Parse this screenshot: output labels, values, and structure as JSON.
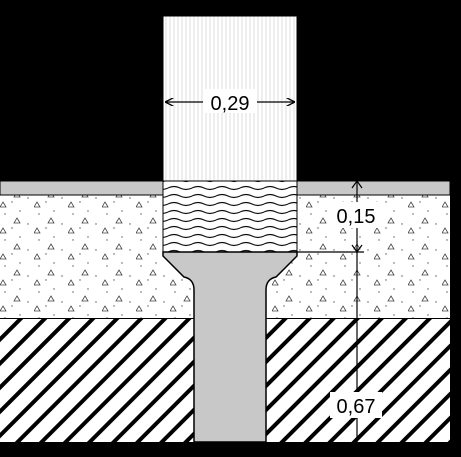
{
  "dimensions": {
    "column_width": "0,29",
    "slab_thickness": "0,15",
    "footing_depth": "0,67"
  },
  "colors": {
    "background": "#000000",
    "column": "#ffffff",
    "grey_band": "#c8c8c8",
    "fill_layer": "#ffffff",
    "foundation": "#c8c8c8",
    "soil_hatch": "#000000"
  }
}
